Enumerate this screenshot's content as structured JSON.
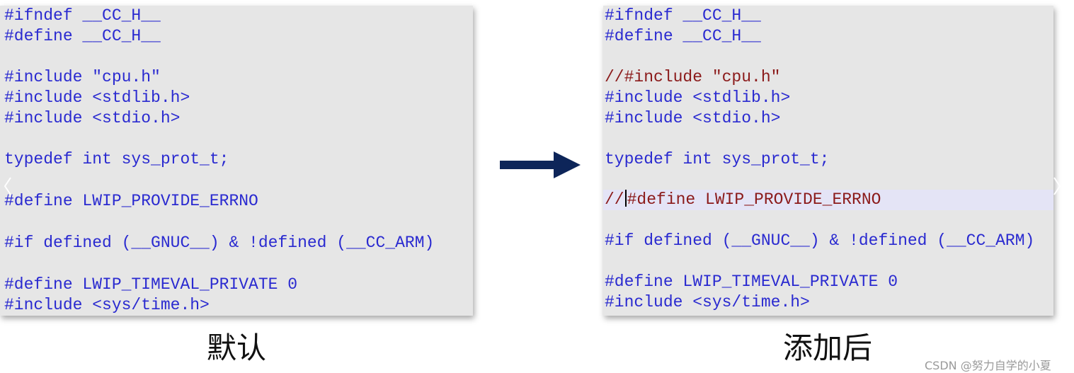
{
  "left_panel": {
    "lines": [
      "#ifndef __CC_H__",
      "#define __CC_H__",
      "",
      "#include \"cpu.h\"",
      "#include <stdlib.h>",
      "#include <stdio.h>",
      "",
      "typedef int sys_prot_t;",
      "",
      "#define LWIP_PROVIDE_ERRNO",
      "",
      "#if defined (__GNUC__) & !defined (__CC_ARM)",
      "",
      "#define LWIP_TIMEVAL_PRIVATE 0",
      "#include <sys/time.h>"
    ]
  },
  "right_panel": {
    "lines": [
      "#ifndef __CC_H__",
      "#define __CC_H__",
      "",
      "//#include \"cpu.h\"",
      "#include <stdlib.h>",
      "#include <stdio.h>",
      "",
      "typedef int sys_prot_t;",
      "",
      "//",
      "#define LWIP_PROVIDE_ERRNO",
      "",
      "#if defined (__GNUC__) & !defined (__CC_ARM)",
      "",
      "#define LWIP_TIMEVAL_PRIVATE 0",
      "#include <sys/time.h>"
    ]
  },
  "captions": {
    "left": "默认",
    "right": "添加后"
  },
  "watermark": "CSDN @努力自学的小夏",
  "colors": {
    "code_text": "#2a2ad0",
    "comment": "#8b1a1a",
    "panel_bg": "#e6e6e6",
    "highlight_line": "#e4e4f6",
    "arrow": "#0d2559"
  },
  "icons": {
    "arrow": "arrow-right-icon",
    "nav_prev": "chevron-left-icon",
    "nav_next": "chevron-right-icon"
  }
}
